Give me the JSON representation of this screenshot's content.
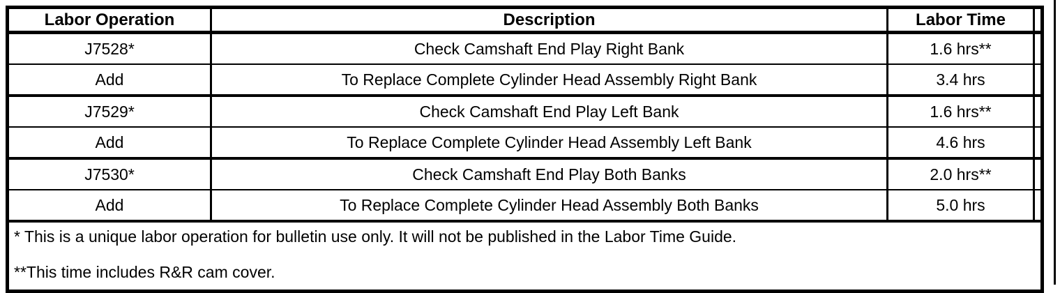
{
  "table": {
    "columns": [
      {
        "key": "labor_operation",
        "header": "Labor Operation"
      },
      {
        "key": "description",
        "header": "Description"
      },
      {
        "key": "labor_time",
        "header": "Labor Time"
      },
      {
        "key": "spare",
        "header": ""
      }
    ],
    "rows": [
      {
        "labor_operation": "J7528*",
        "description": "Check Camshaft End Play Right Bank",
        "labor_time": "1.6 hrs**"
      },
      {
        "labor_operation": "Add",
        "description": "To Replace Complete Cylinder Head Assembly Right Bank",
        "labor_time": "3.4 hrs"
      },
      {
        "labor_operation": "J7529*",
        "description": "Check Camshaft End Play Left Bank",
        "labor_time": "1.6 hrs**"
      },
      {
        "labor_operation": "Add",
        "description": "To Replace Complete Cylinder Head Assembly Left Bank",
        "labor_time": "4.6 hrs"
      },
      {
        "labor_operation": "J7530*",
        "description": "Check Camshaft End Play Both Banks",
        "labor_time": "2.0 hrs**"
      },
      {
        "labor_operation": "Add",
        "description": "To Replace Complete Cylinder Head Assembly Both Banks",
        "labor_time": "5.0 hrs"
      }
    ],
    "footnotes": [
      "* This is a unique labor operation for bulletin use only. It will not be published in the Labor Time Guide.",
      "**This time includes R&R cam cover."
    ]
  },
  "colors": {
    "ink": "#000000",
    "paper": "#ffffff"
  }
}
